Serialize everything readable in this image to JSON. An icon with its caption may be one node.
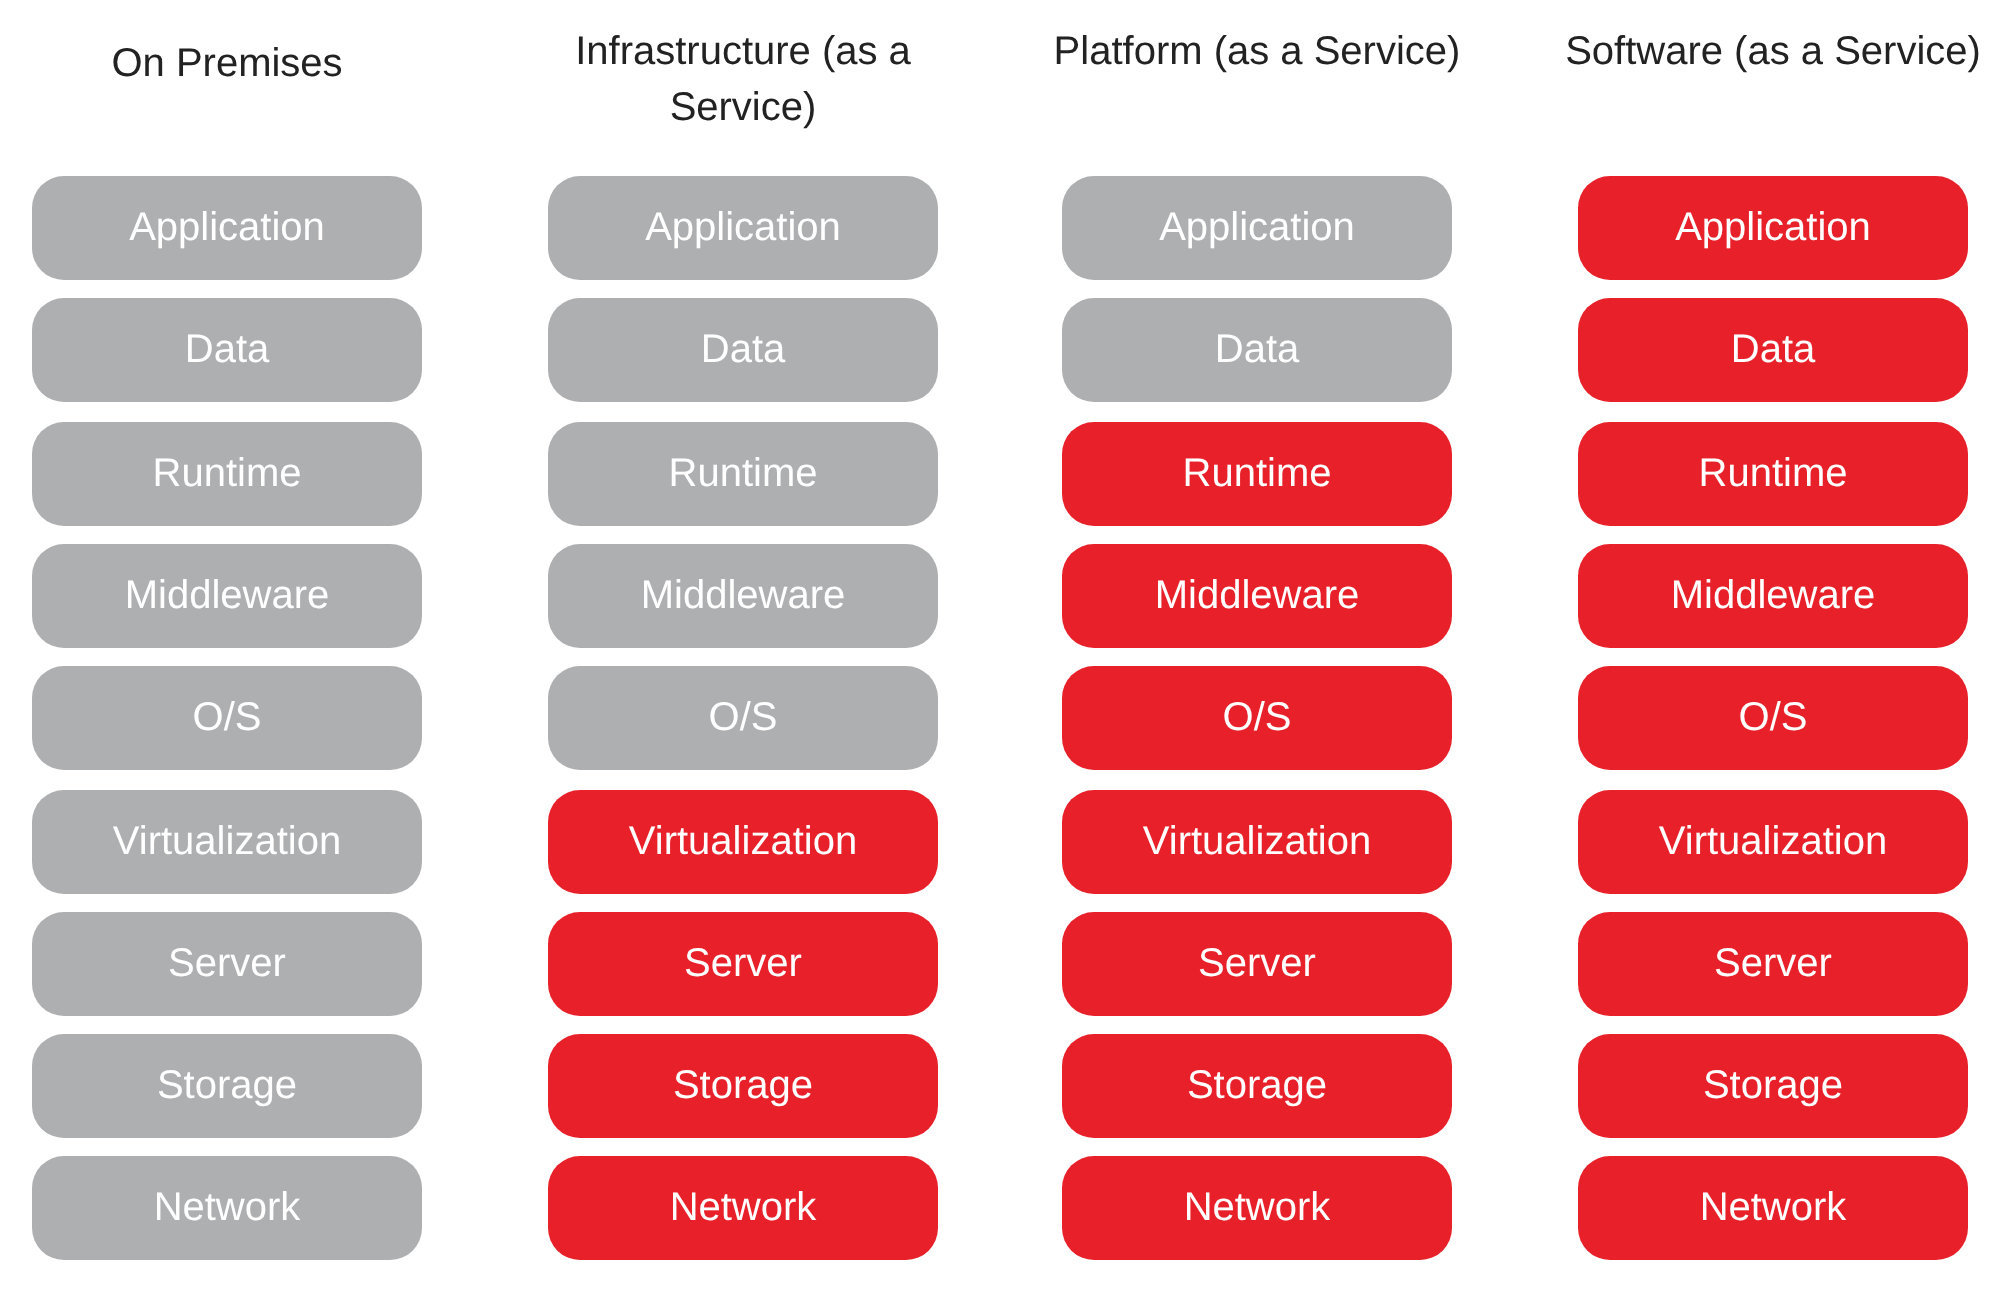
{
  "diagram": {
    "nodes": [
      {
        "text": [
          "Application"
        ]
      },
      {
        "text": [
          "Data"
        ]
      },
      {
        "text": [
          "Runtime"
        ]
      },
      {
        "text": [
          "Middleware"
        ]
      },
      {
        "text": [
          "O/S"
        ]
      },
      {
        "text": [
          "Virtualization"
        ]
      },
      {
        "text": [
          "Server"
        ]
      },
      {
        "text": [
          "Storage"
        ]
      },
      {
        "text": [
          "Network"
        ]
      },
      {
        "text": [
          "Application"
        ]
      },
      {
        "text": [
          "Data"
        ]
      },
      {
        "text": [
          "Runtime"
        ]
      },
      {
        "text": [
          "Middleware"
        ]
      },
      {
        "text": [
          "O/S"
        ]
      },
      {
        "text": [
          "Virtualization"
        ]
      },
      {
        "text": [
          "Server"
        ]
      },
      {
        "text": [
          "Storage"
        ]
      },
      {
        "text": [
          "Network"
        ]
      },
      {
        "text": [
          "Application"
        ]
      },
      {
        "text": [
          "Data"
        ]
      },
      {
        "text": [
          "Runtime"
        ]
      },
      {
        "text": [
          "Middleware"
        ]
      },
      {
        "text": [
          "O/S"
        ]
      },
      {
        "text": [
          "Virtualization"
        ]
      },
      {
        "text": [
          "Server"
        ]
      },
      {
        "text": [
          "Storage"
        ]
      },
      {
        "text": [
          "Network"
        ]
      },
      {
        "text": [
          "Application"
        ]
      },
      {
        "text": [
          "Data"
        ]
      },
      {
        "text": [
          "Runtime"
        ]
      },
      {
        "text": [
          "Middleware"
        ]
      },
      {
        "text": [
          "O/S"
        ]
      },
      {
        "text": [
          "Virtualization"
        ]
      },
      {
        "text": [
          "Server"
        ]
      },
      {
        "text": [
          "Storage"
        ]
      },
      {
        "text": [
          "Network"
        ]
      }
    ],
    "labels": [
      "On Premises",
      "Infrastructure (as a Service)",
      "Platform (as a Service)",
      "Software (as a Service)"
    ]
  }
}
